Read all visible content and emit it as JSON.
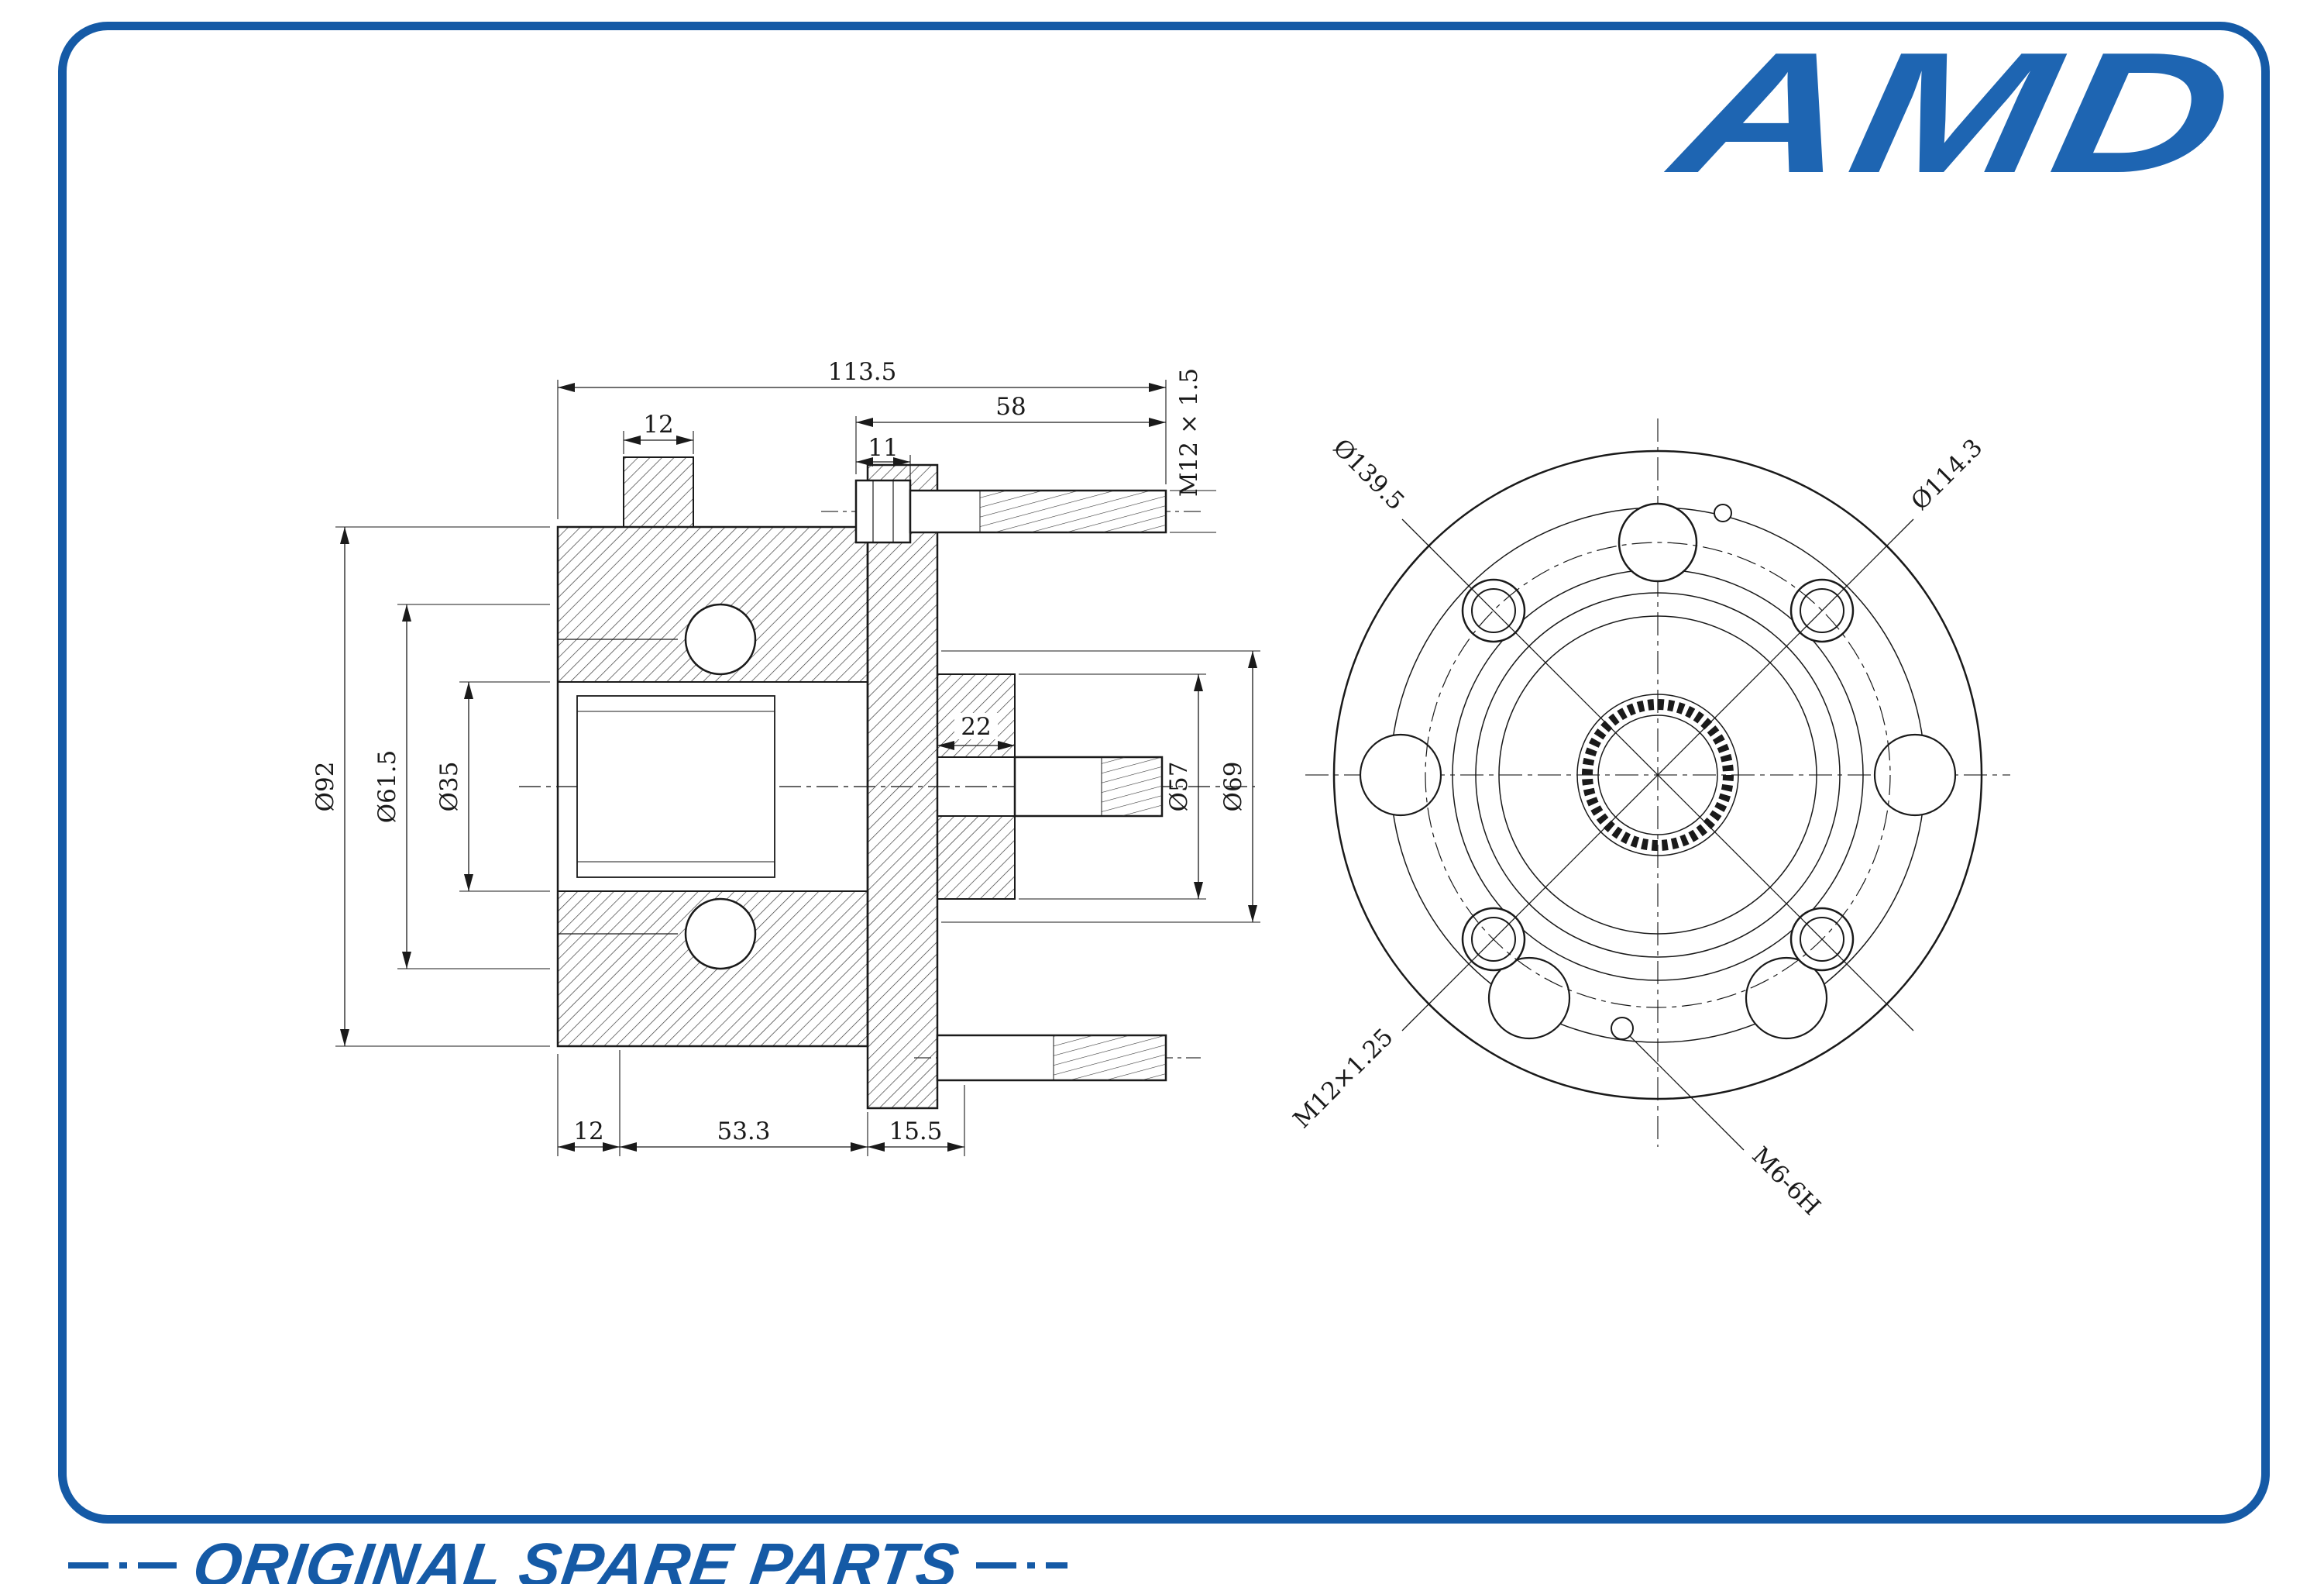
{
  "colors": {
    "accent": "#155aa6",
    "logo": "#1e65b2",
    "line": "#1a1a1a"
  },
  "brand": {
    "logo_text": "AMD"
  },
  "footer": {
    "tagline": "ORIGINAL SPARE PARTS"
  },
  "section_view": {
    "dims": {
      "total_length": "113.5",
      "stud_length": "58",
      "abs_ring_width": "12",
      "stud_head_width": "11",
      "stud_thread": "M12 × 1.5",
      "outer_diameter": "Ø92",
      "bearing_diameter": "Ø61.5",
      "bore_diameter": "Ø35",
      "pilot_length": "22",
      "pilot_diameter": "Ø57",
      "boss_diameter": "Ø69",
      "rear_width": "12",
      "body_length": "53.3",
      "flange_offset": "15.5"
    }
  },
  "front_view": {
    "labels": {
      "flange_diameter": "Ø139.5",
      "bolt_circle_diameter": "Ø114.3",
      "stud_thread": "M12×1.25",
      "service_hole_thread": "M6-6H"
    }
  }
}
